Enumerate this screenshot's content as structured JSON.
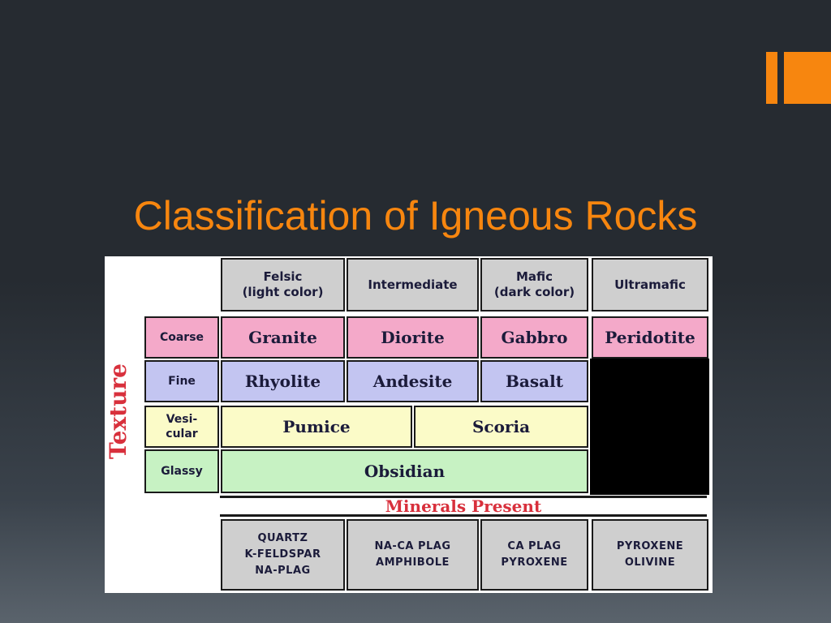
{
  "slide": {
    "title": "Classification of Igneous Rocks",
    "accent_color": "#f7860f"
  },
  "table": {
    "side_label": "Texture",
    "columns": [
      "Felsic\n(light color)",
      "Intermediate",
      "Mafic\n(dark color)",
      "Ultramafic"
    ],
    "rows": {
      "coarse": {
        "label": "Coarse",
        "rocks": [
          "Granite",
          "Diorite",
          "Gabbro",
          "Peridotite"
        ]
      },
      "fine": {
        "label": "Fine",
        "rocks": [
          "Rhyolite",
          "Andesite",
          "Basalt"
        ]
      },
      "vesicular": {
        "label": "Vesi-\ncular",
        "rocks": [
          "Pumice",
          "Scoria"
        ]
      },
      "glassy": {
        "label": "Glassy",
        "rocks": [
          "Obsidian"
        ]
      }
    },
    "minerals_label": "Minerals Present",
    "minerals": [
      "QUARTZ\nK-FELDSPAR\nNA-PLAG",
      "NA-CA PLAG\nAMPHIBOLE",
      "CA PLAG\nPYROXENE",
      "PYROXENE\nOLIVINE"
    ],
    "colors": {
      "coarse": "#f4a9c9",
      "fine": "#c3c5f1",
      "vesicular": "#fbfbc8",
      "glassy": "#c7f2c3",
      "header": "#cfcfcf",
      "label_red": "#d8303c"
    }
  }
}
